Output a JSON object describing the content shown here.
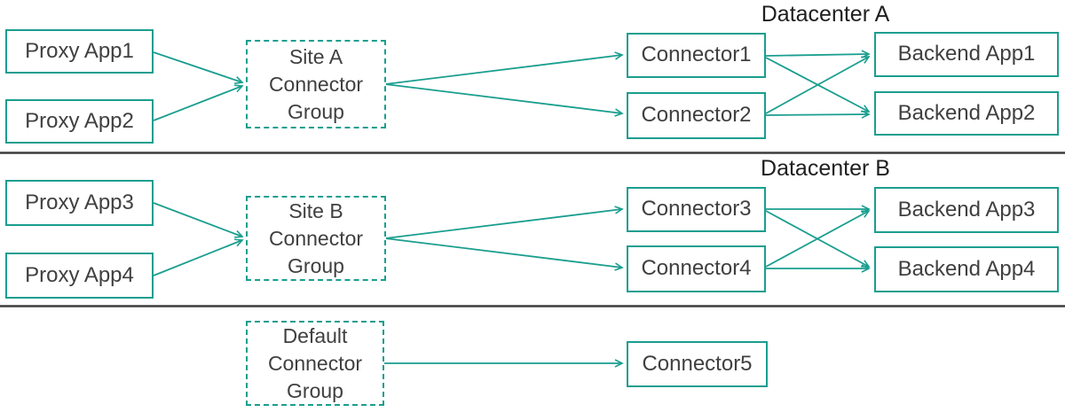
{
  "colors": {
    "accent": "#1A9E8F",
    "node_text": "#404040",
    "title_text": "#1F1F1F",
    "divider": "#3C3C3C",
    "background": "#FFFFFF"
  },
  "titles": {
    "datacenter_a": "Datacenter A",
    "datacenter_b": "Datacenter B"
  },
  "nodes": {
    "proxy_app1": {
      "label": "Proxy App1"
    },
    "proxy_app2": {
      "label": "Proxy App2"
    },
    "proxy_app3": {
      "label": "Proxy App3"
    },
    "proxy_app4": {
      "label": "Proxy App4"
    },
    "site_a_group": {
      "label": "Site A Connector Group",
      "lines": [
        "Site A",
        "Connector",
        "Group"
      ]
    },
    "site_b_group": {
      "label": "Site B Connector Group",
      "lines": [
        "Site B",
        "Connector",
        "Group"
      ]
    },
    "default_group": {
      "label": "Default Connector Group",
      "lines": [
        "Default",
        "Connector",
        "Group"
      ]
    },
    "connector1": {
      "label": "Connector1"
    },
    "connector2": {
      "label": "Connector2"
    },
    "connector3": {
      "label": "Connector3"
    },
    "connector4": {
      "label": "Connector4"
    },
    "connector5": {
      "label": "Connector5"
    },
    "backend_app1": {
      "label": "Backend App1"
    },
    "backend_app2": {
      "label": "Backend App2"
    },
    "backend_app3": {
      "label": "Backend App3"
    },
    "backend_app4": {
      "label": "Backend App4"
    }
  },
  "edges": [
    {
      "from": "proxy_app1",
      "to": "site_a_group"
    },
    {
      "from": "proxy_app2",
      "to": "site_a_group"
    },
    {
      "from": "site_a_group",
      "to": "connector1"
    },
    {
      "from": "site_a_group",
      "to": "connector2"
    },
    {
      "from": "connector1",
      "to": "backend_app1"
    },
    {
      "from": "connector1",
      "to": "backend_app2"
    },
    {
      "from": "connector2",
      "to": "backend_app1"
    },
    {
      "from": "connector2",
      "to": "backend_app2"
    },
    {
      "from": "proxy_app3",
      "to": "site_b_group"
    },
    {
      "from": "proxy_app4",
      "to": "site_b_group"
    },
    {
      "from": "site_b_group",
      "to": "connector3"
    },
    {
      "from": "site_b_group",
      "to": "connector4"
    },
    {
      "from": "connector3",
      "to": "backend_app3"
    },
    {
      "from": "connector3",
      "to": "backend_app4"
    },
    {
      "from": "connector4",
      "to": "backend_app3"
    },
    {
      "from": "connector4",
      "to": "backend_app4"
    },
    {
      "from": "default_group",
      "to": "connector5"
    }
  ]
}
